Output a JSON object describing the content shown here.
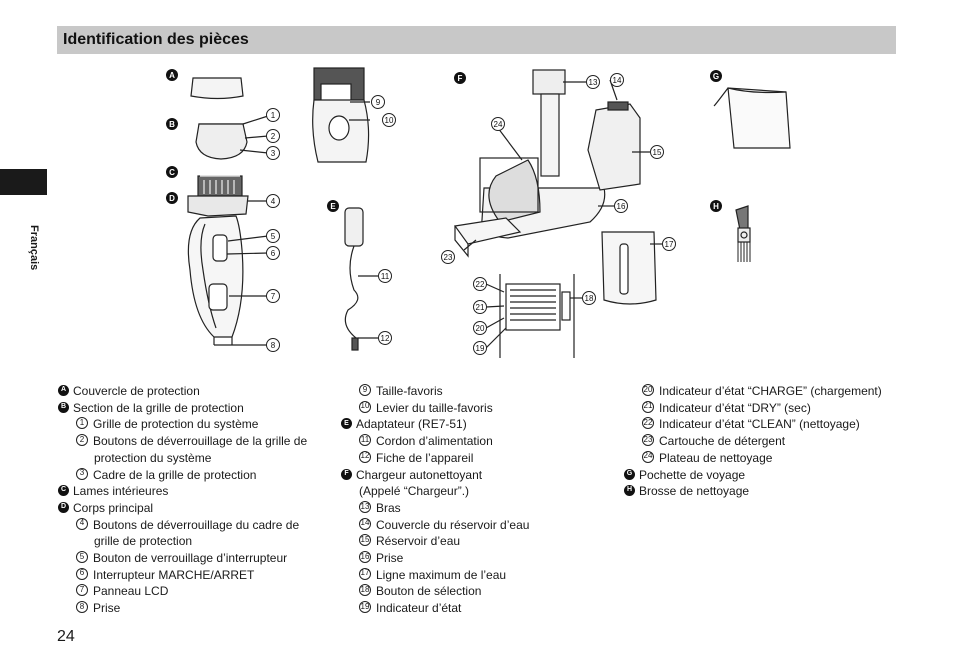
{
  "header": {
    "title": "Identification des pièces"
  },
  "side_tab": {
    "label": "Français"
  },
  "page_number": "24",
  "figure": {
    "letters": [
      "A",
      "B",
      "C",
      "D",
      "E",
      "F",
      "G",
      "H"
    ],
    "callouts": [
      "1",
      "2",
      "3",
      "4",
      "5",
      "6",
      "7",
      "8",
      "9",
      "10",
      "11",
      "12",
      "13",
      "14",
      "15",
      "16",
      "17",
      "18",
      "19",
      "20",
      "21",
      "22",
      "23",
      "24"
    ]
  },
  "legend": {
    "col1": [
      {
        "type": "letter",
        "mark": "A",
        "text": "Couvercle de protection"
      },
      {
        "type": "letter",
        "mark": "B",
        "text": "Section de la grille de protection"
      },
      {
        "type": "num",
        "mark": "1",
        "text": "Grille de protection du système"
      },
      {
        "type": "num",
        "mark": "2",
        "text": "Boutons de déverrouillage de la grille de"
      },
      {
        "type": "cont",
        "text": "protection du système"
      },
      {
        "type": "num",
        "mark": "3",
        "text": "Cadre de la grille de protection"
      },
      {
        "type": "letter",
        "mark": "C",
        "text": "Lames intérieures"
      },
      {
        "type": "letter",
        "mark": "D",
        "text": "Corps principal"
      },
      {
        "type": "num",
        "mark": "4",
        "text": "Boutons de déverrouillage du cadre de"
      },
      {
        "type": "cont",
        "text": "grille de protection"
      },
      {
        "type": "num",
        "mark": "5",
        "text": "Bouton de verrouillage d’interrupteur"
      },
      {
        "type": "num",
        "mark": "6",
        "text": "Interrupteur MARCHE/ARRET"
      },
      {
        "type": "num",
        "mark": "7",
        "text": "Panneau LCD"
      },
      {
        "type": "num",
        "mark": "8",
        "text": "Prise"
      }
    ],
    "col2": [
      {
        "type": "num",
        "mark": "9",
        "text": "Taille-favoris"
      },
      {
        "type": "num",
        "mark": "10",
        "text": "Levier du taille-favoris"
      },
      {
        "type": "letter",
        "mark": "E",
        "text": "Adaptateur (RE7-51)"
      },
      {
        "type": "num",
        "mark": "11",
        "text": "Cordon d’alimentation"
      },
      {
        "type": "num",
        "mark": "12",
        "text": "Fiche de l’appareil"
      },
      {
        "type": "letter",
        "mark": "F",
        "text": "Chargeur autonettoyant"
      },
      {
        "type": "cont2",
        "text": "(Appelé “Chargeur”.)"
      },
      {
        "type": "num",
        "mark": "13",
        "text": "Bras"
      },
      {
        "type": "num",
        "mark": "14",
        "text": "Couvercle du réservoir d’eau"
      },
      {
        "type": "num",
        "mark": "15",
        "text": "Réservoir d’eau"
      },
      {
        "type": "num",
        "mark": "16",
        "text": "Prise"
      },
      {
        "type": "num",
        "mark": "17",
        "text": "Ligne maximum de l’eau"
      },
      {
        "type": "num",
        "mark": "18",
        "text": "Bouton de sélection"
      },
      {
        "type": "num",
        "mark": "19",
        "text": "Indicateur d’état"
      }
    ],
    "col3": [
      {
        "type": "num",
        "mark": "20",
        "text": "Indicateur d’état “CHARGE” (chargement)"
      },
      {
        "type": "num",
        "mark": "21",
        "text": "Indicateur d’état “DRY” (sec)"
      },
      {
        "type": "num",
        "mark": "22",
        "text": "Indicateur d’état “CLEAN” (nettoyage)"
      },
      {
        "type": "num",
        "mark": "23",
        "text": "Cartouche de détergent"
      },
      {
        "type": "num",
        "mark": "24",
        "text": "Plateau de nettoyage"
      },
      {
        "type": "letter",
        "mark": "G",
        "text": "Pochette de voyage"
      },
      {
        "type": "letter",
        "mark": "H",
        "text": "Brosse de nettoyage"
      }
    ]
  }
}
